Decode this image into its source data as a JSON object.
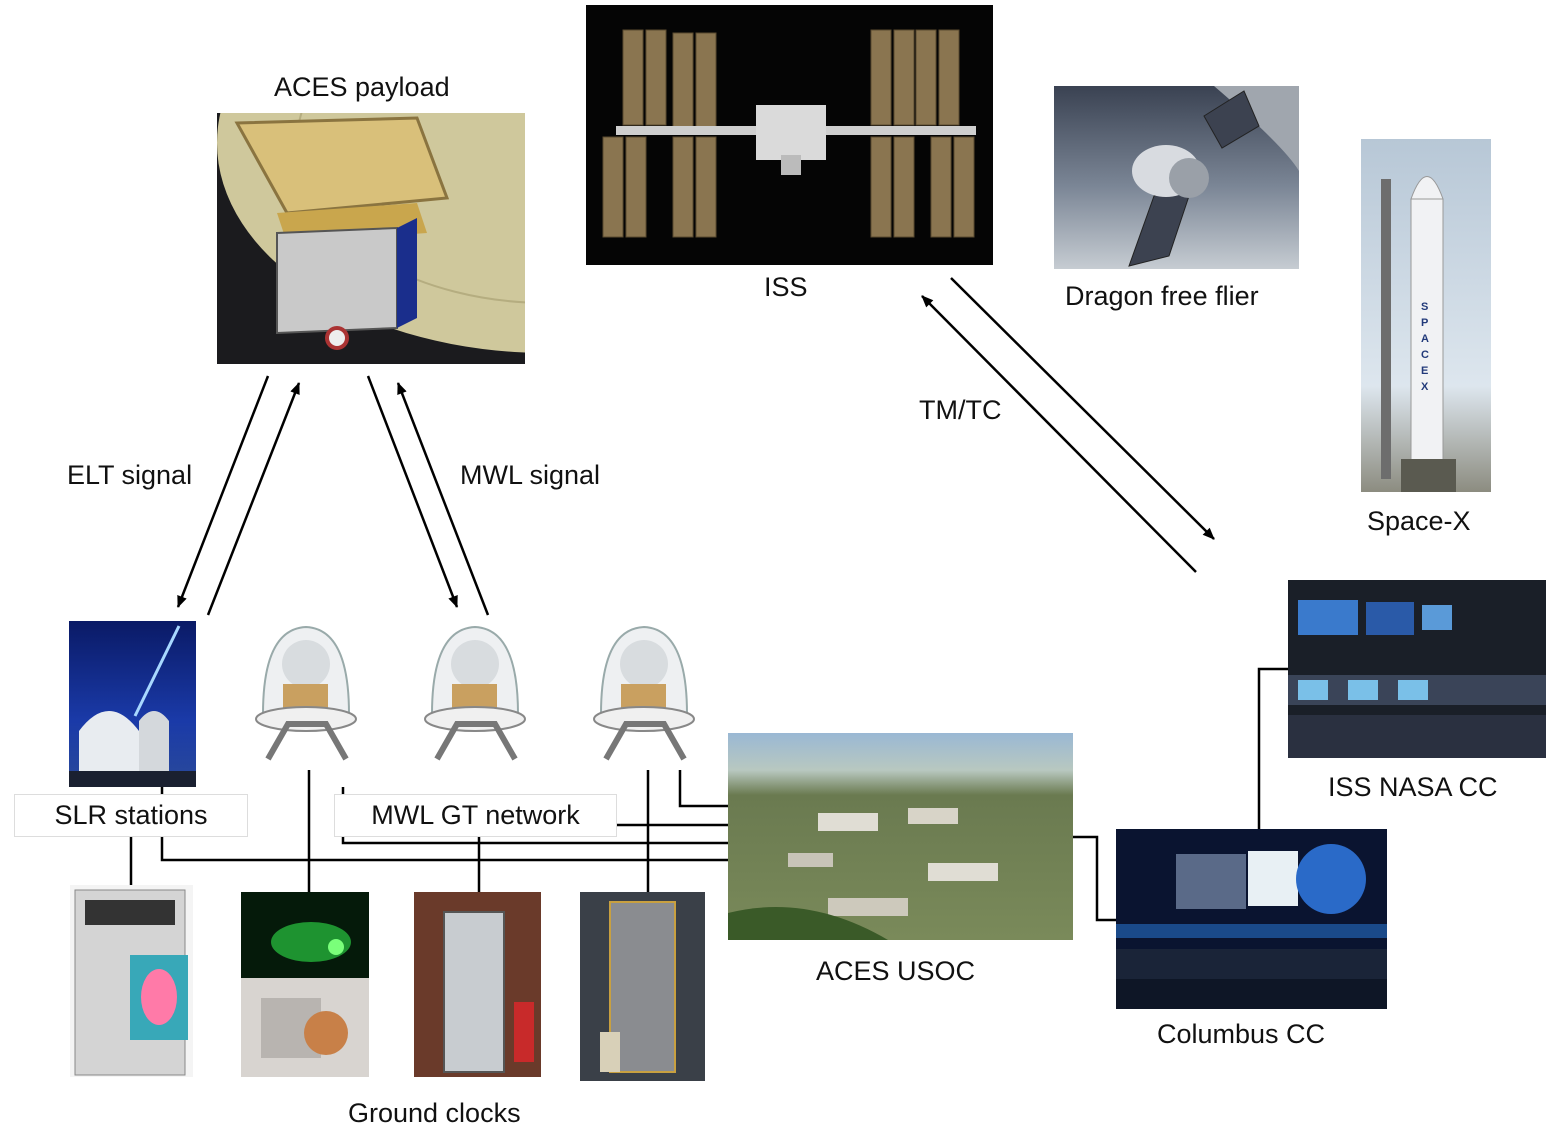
{
  "labels": {
    "aces_payload": "ACES payload",
    "iss": "ISS",
    "dragon": "Dragon free flier",
    "spacex": "Space-X",
    "elt_signal": "ELT signal",
    "mwl_signal": "MWL signal",
    "tmtc": "TM/TC",
    "slr_stations": "SLR stations",
    "mwl_gt_network": "MWL GT network",
    "iss_nasa_cc": "ISS NASA CC",
    "aces_usoc": "ACES USOC",
    "columbus_cc": "Columbus CC",
    "ground_clocks": "Ground clocks"
  },
  "rocket_text": "SPACEX"
}
